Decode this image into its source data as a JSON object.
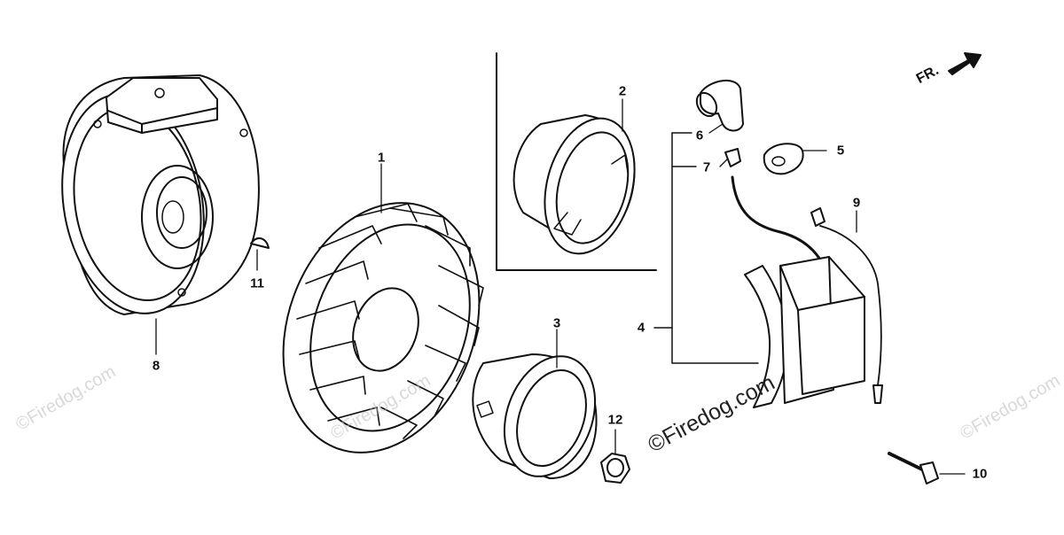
{
  "diagram": {
    "direction_label": "FR.",
    "copyright": "©Firedog.com",
    "watermark": "©Firedog.com",
    "callouts": [
      {
        "id": "1",
        "label": "1"
      },
      {
        "id": "2",
        "label": "2"
      },
      {
        "id": "3",
        "label": "3"
      },
      {
        "id": "4",
        "label": "4"
      },
      {
        "id": "5",
        "label": "5"
      },
      {
        "id": "6",
        "label": "6"
      },
      {
        "id": "7",
        "label": "7"
      },
      {
        "id": "8",
        "label": "8"
      },
      {
        "id": "9",
        "label": "9"
      },
      {
        "id": "10",
        "label": "10"
      },
      {
        "id": "11",
        "label": "11"
      },
      {
        "id": "12",
        "label": "12"
      }
    ]
  }
}
